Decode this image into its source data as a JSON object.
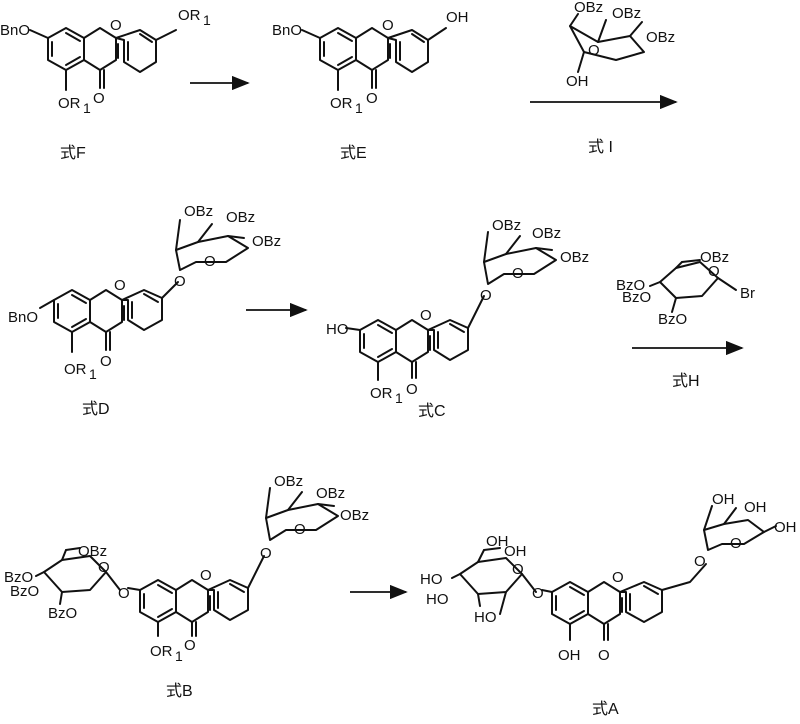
{
  "labels": {
    "bno": "BnO",
    "ho": "HO",
    "oh": "OH",
    "o": "O",
    "or1": "OR",
    "r1_sub": "1",
    "obz": "OBz",
    "bzo": "BzO",
    "br": "Br",
    "e_oh": "OH"
  },
  "captions": {
    "F": "式F",
    "E": "式E",
    "I": "式 I",
    "D": "式D",
    "C": "式C",
    "H": "式H",
    "B": "式B",
    "A": "式A"
  },
  "colors": {
    "ink": "#111111",
    "background": "#ffffff"
  }
}
